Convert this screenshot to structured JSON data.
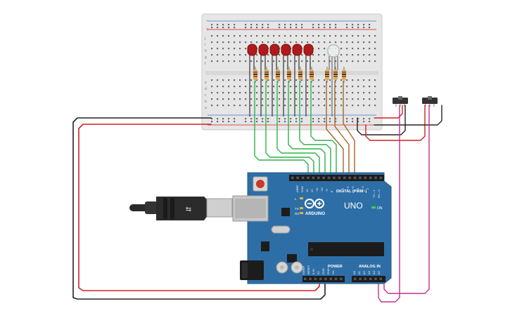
{
  "board": {
    "brand": "ARDUINO",
    "model": "UNO",
    "digital_label": "DIGITAL (PWM~)",
    "analog_label": "ANALOG IN",
    "power_label": "POWER",
    "on_label": "ON",
    "led_l": "L",
    "led_tx": "TX",
    "led_rx": "RX",
    "aref": "AREF",
    "gnd": "GND",
    "digital_pins": [
      "13",
      "12",
      "~11",
      "~10",
      "~9",
      "8",
      "7",
      "~6",
      "~5",
      "4",
      "~3",
      "2",
      "TX→1",
      "RX←0"
    ],
    "power_pins": [
      "IOREF",
      "RESET",
      "3.3V",
      "5V",
      "GND",
      "GND",
      "Vin"
    ],
    "analog_pins": [
      "A0",
      "A1",
      "A2",
      "A3",
      "A4",
      "A5"
    ]
  },
  "breadboard": {
    "rows_top": [
      "j",
      "i",
      "h",
      "g",
      "f"
    ],
    "rows_bottom": [
      "e",
      "d",
      "c",
      "b",
      "a"
    ],
    "plus": "+",
    "minus": "−"
  },
  "colors": {
    "board": "#2e6ea6",
    "breadboard": "#e6e6e6",
    "led_red": "#b01a1a",
    "wire_green": "#2fb24a",
    "wire_brown": "#a5652a",
    "wire_red": "#d42020",
    "wire_black": "#222222",
    "wire_magenta": "#c0308a"
  },
  "components": {
    "red_led_count": 6,
    "rgb_led_count": 1,
    "resistor_count": 9,
    "switch_count": 2
  }
}
